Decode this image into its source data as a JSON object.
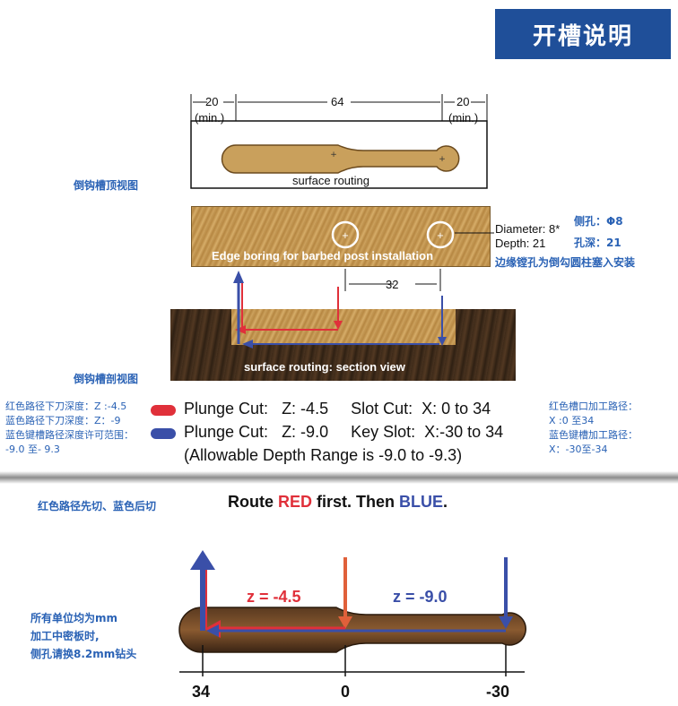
{
  "header": {
    "title": "开槽说明"
  },
  "top_view": {
    "label_cn": "倒钩槽顶视图",
    "dim_left": "20",
    "dim_left_sub": "(min.)",
    "dim_center": "64",
    "dim_right": "20",
    "dim_right_sub": "(min.)",
    "caption": "surface routing"
  },
  "edge_view": {
    "caption": "Edge boring for barbed post installation",
    "diameter_label": "Diameter: 8*",
    "depth_label": "Depth: 21",
    "side_hole_cn": "侧孔：Φ8",
    "hole_depth_cn": "孔深：21",
    "note_cn": "边缘镗孔为倒勾圆柱塞入安装",
    "dim_offset": "32"
  },
  "section_view": {
    "label_cn": "倒钩槽剖视图",
    "caption": "surface routing: section view"
  },
  "legend": {
    "left_notes": [
      "红色路径下刀深度：Z :-4.5",
      "蓝色路径下刀深度：Z：-9",
      "蓝色键槽路径深度许可范围：",
      "-9.0 至- 9.3"
    ],
    "red_color": "#e0303a",
    "blue_color": "#3a4fa8",
    "line1": "Plunge Cut:   Z: -4.5     Slot Cut:  X: 0 to 34",
    "line2": "Plunge Cut:   Z: -9.0     Key Slot:  X:-30 to 34",
    "line3": "(Allowable Depth Range is -9.0 to -9.3)",
    "right_notes": [
      "红色槽口加工路径：",
      "X :0 至34",
      "蓝色键槽加工路径：",
      "X：-30至-34"
    ]
  },
  "route": {
    "order_cn": "红色路径先切、蓝色后切",
    "title_prefix": "Route ",
    "title_red": "RED",
    "title_mid": " first. Then ",
    "title_blue": "BLUE",
    "title_end": ".",
    "units_notes": [
      "所有单位均为mm",
      "加工中密板时,",
      "侧孔请换8.2mm钻头"
    ],
    "z_red": "z = -4.5",
    "z_blue": "z = -9.0",
    "axis": [
      "34",
      "0",
      "-30"
    ]
  }
}
